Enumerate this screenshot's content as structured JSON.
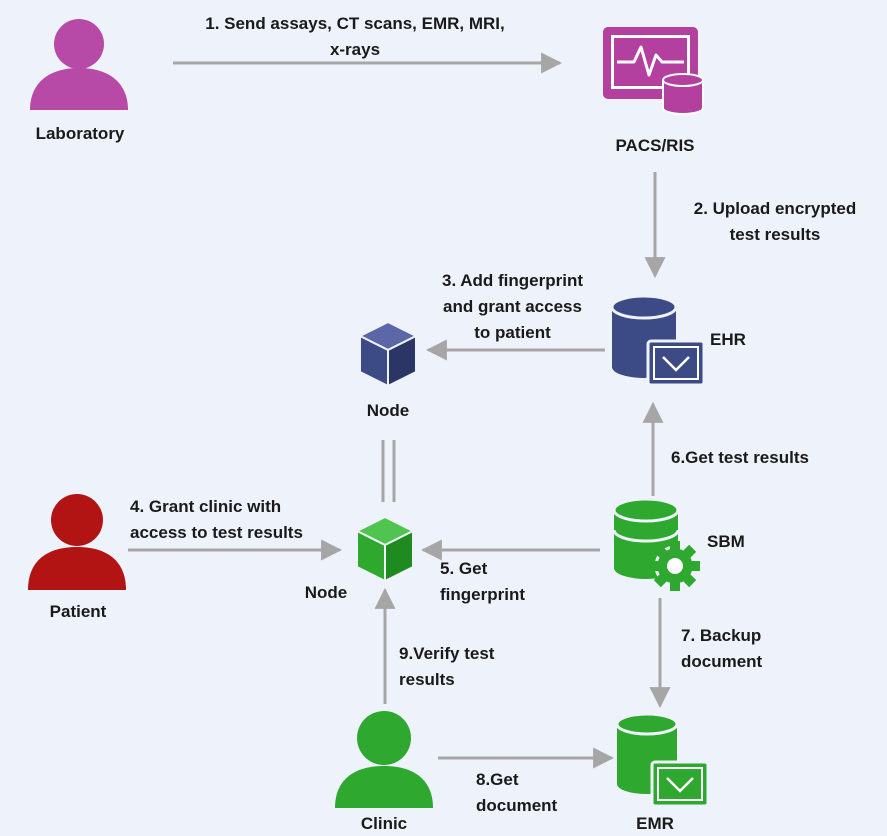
{
  "colors": {
    "background": "#eef3fb",
    "arrow": "#a6a6a6",
    "laboratory": "#b64aa6",
    "pacs": "#b33f9f",
    "ehr": "#3c4a86",
    "node_blue": "#3c4a86",
    "node_green": "#2ea82e",
    "patient": "#b21414",
    "sbm": "#2ea82e",
    "clinic": "#2ea82e",
    "emr": "#2ea82e"
  },
  "actors": {
    "laboratory": {
      "label": "Laboratory",
      "icon": "person-icon"
    },
    "pacs": {
      "label": "PACS/RIS",
      "icon": "monitor-database-icon"
    },
    "ehr": {
      "label": "EHR",
      "icon": "database-share-icon"
    },
    "node_top": {
      "label": "Node",
      "icon": "cube-icon"
    },
    "node_bottom": {
      "label": "Node",
      "icon": "cube-icon"
    },
    "patient": {
      "label": "Patient",
      "icon": "person-icon"
    },
    "sbm": {
      "label": "SBM",
      "icon": "database-gear-icon"
    },
    "clinic": {
      "label": "Clinic",
      "icon": "person-icon"
    },
    "emr": {
      "label": "EMR",
      "icon": "database-share-icon"
    }
  },
  "steps": {
    "s1": "1. Send assays, CT scans, EMR, MRI,\nx-rays",
    "s2": "2. Upload encrypted\ntest results",
    "s3": "3. Add fingerprint\nand grant access\nto patient",
    "s4": "4. Grant clinic with\naccess to test results",
    "s5": "5. Get\nfingerprint",
    "s6": "6.Get test results",
    "s7": "7. Backup\ndocument",
    "s8": "8.Get\ndocument",
    "s9": "9.Verify test\nresults"
  }
}
